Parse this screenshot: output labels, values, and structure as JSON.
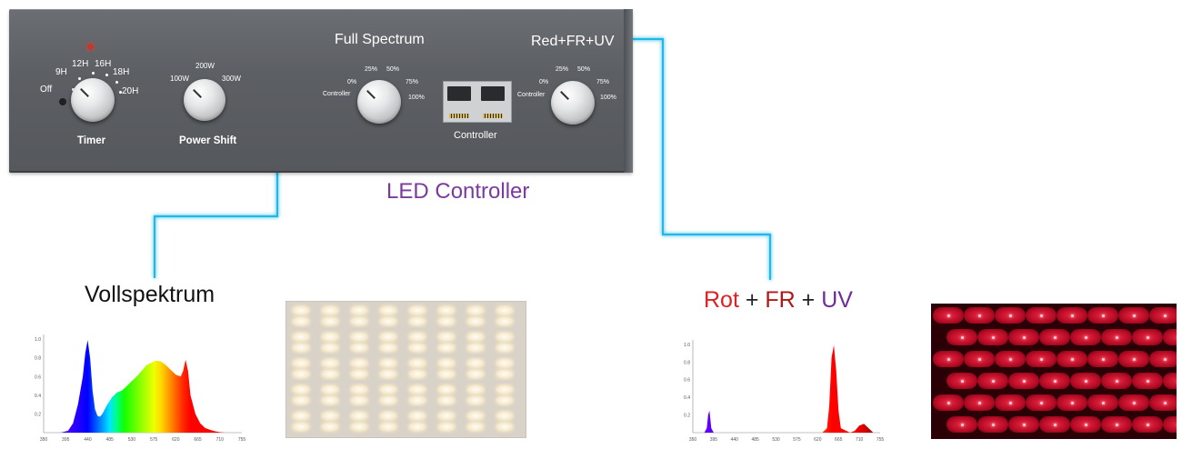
{
  "controller": {
    "timer": {
      "label": "Timer",
      "options": [
        "Off",
        "9H",
        "12H",
        "16H",
        "18H",
        "20H"
      ]
    },
    "power_shift": {
      "label": "Power Shift",
      "options": [
        "100W",
        "200W",
        "300W"
      ]
    },
    "full_spectrum": {
      "label": "Full Spectrum",
      "dial": [
        "Controller",
        "0%",
        "25%",
        "50%",
        "75%",
        "100%"
      ]
    },
    "ports": {
      "label": "Controller"
    },
    "red_fr_uv": {
      "label": "Red+FR+UV",
      "dial": [
        "Controller",
        "0%",
        "25%",
        "50%",
        "75%",
        "100%"
      ]
    }
  },
  "diagram_title": "LED Controller",
  "full_spectrum_section": {
    "title": "Vollspektrum"
  },
  "red_section": {
    "title_parts": [
      "Rot",
      " + ",
      "FR",
      " + ",
      "UV"
    ],
    "colors": [
      "#e02020",
      "#222222",
      "#b01818",
      "#222222",
      "#6a2d9a"
    ]
  },
  "connector_color": "#21b8e8",
  "chart_data": [
    {
      "type": "area",
      "x_ticks": [
        "350",
        "395",
        "440",
        "485",
        "530",
        "575",
        "620",
        "665",
        "710",
        "755"
      ],
      "y_ticks": [
        "1.0",
        "0.8",
        "0.6",
        "0.4",
        "0.2"
      ],
      "xlim": [
        350,
        755
      ],
      "ylim": [
        0,
        1.05
      ],
      "x": [
        385,
        400,
        410,
        420,
        430,
        435,
        440,
        445,
        450,
        455,
        460,
        465,
        470,
        480,
        490,
        500,
        510,
        520,
        530,
        540,
        550,
        560,
        570,
        580,
        590,
        600,
        610,
        620,
        630,
        635,
        640,
        645,
        650,
        660,
        670,
        680,
        690,
        700,
        710,
        720
      ],
      "y": [
        0.0,
        0.02,
        0.1,
        0.3,
        0.6,
        0.85,
        0.99,
        0.8,
        0.45,
        0.25,
        0.18,
        0.17,
        0.2,
        0.3,
        0.38,
        0.43,
        0.45,
        0.5,
        0.55,
        0.6,
        0.66,
        0.72,
        0.75,
        0.77,
        0.76,
        0.72,
        0.67,
        0.62,
        0.6,
        0.66,
        0.78,
        0.66,
        0.4,
        0.2,
        0.1,
        0.05,
        0.03,
        0.015,
        0.005,
        0.0
      ],
      "fill": "wavelength-gradient"
    },
    {
      "type": "area",
      "x_ticks": [
        "350",
        "395",
        "440",
        "485",
        "530",
        "575",
        "620",
        "665",
        "710",
        "755"
      ],
      "y_ticks": [
        "1.0",
        "0.8",
        "0.6",
        "0.4",
        "0.2"
      ],
      "xlim": [
        350,
        755
      ],
      "ylim": [
        0,
        1.05
      ],
      "x": [
        375,
        380,
        383,
        386,
        390,
        395,
        630,
        640,
        645,
        650,
        655,
        660,
        665,
        670,
        690,
        700,
        710,
        720,
        730,
        740
      ],
      "y": [
        0.0,
        0.05,
        0.2,
        0.25,
        0.05,
        0.0,
        0.0,
        0.05,
        0.3,
        0.85,
        0.99,
        0.7,
        0.25,
        0.05,
        0.0,
        0.02,
        0.08,
        0.1,
        0.05,
        0.0
      ],
      "fill": "wavelength-gradient"
    }
  ]
}
